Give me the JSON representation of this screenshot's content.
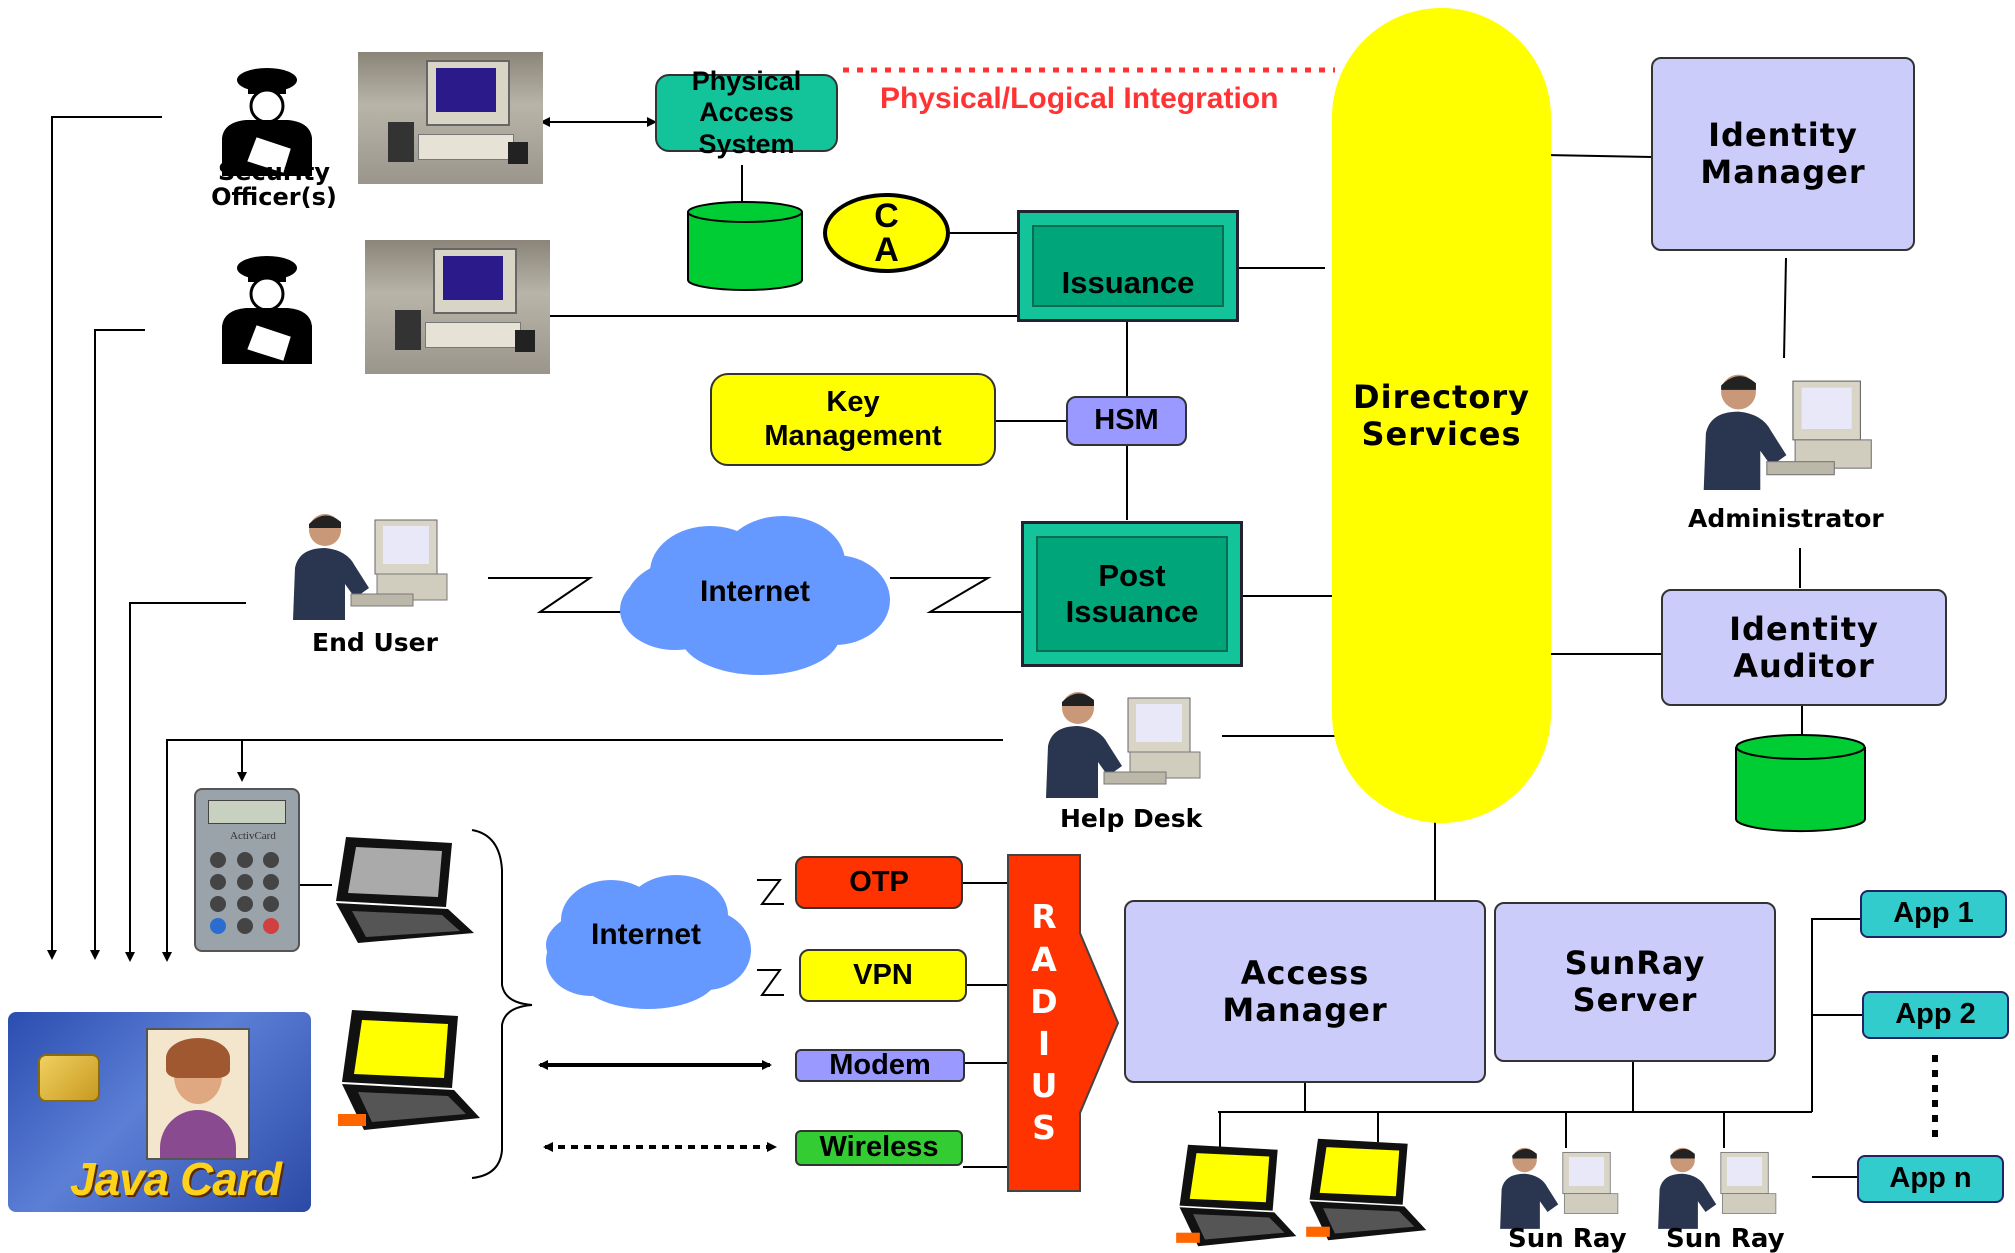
{
  "integration_label": "Physical/Logical Integration",
  "colors": {
    "lavender": "#ccccfa",
    "yellow": "#ffff00",
    "teal": "#13c49a",
    "green": "#00cc33",
    "red": "#ff3300",
    "blue_cloud": "#6699ff",
    "app_cyan": "#33cccc",
    "integration_red": "#ff3333"
  },
  "nodes": {
    "physical_access": "Physical\nAccess\nSystem",
    "ca": "C\nA",
    "issuance": "Issuance",
    "key_management": "Key\nManagement",
    "hsm": "HSM",
    "post_issuance": "Post\nIssuance",
    "directory_services": "Directory\nServices",
    "identity_manager": "Identity\nManager",
    "identity_auditor": "Identity\nAuditor",
    "internet_top": "Internet",
    "internet_bottom": "Internet",
    "otp": "OTP",
    "vpn": "VPN",
    "modem": "Modem",
    "wireless": "Wireless",
    "radius": "R\nA\nD\nI\nU\nS",
    "access_manager": "Access\nManager",
    "sunray_server": "SunRay\nServer",
    "app1": "App 1",
    "app2": "App 2",
    "appn": "App n"
  },
  "people": {
    "security_officer_label": "Security\nOfficer(s)",
    "end_user_label": "End User",
    "help_desk_label": "Help Desk",
    "administrator_label": "Administrator",
    "sun_ray_1": "Sun Ray",
    "sun_ray_2": "Sun Ray"
  },
  "card": {
    "brand": "Java Card",
    "token_brand": "ActivCard"
  },
  "icons": [
    "security-officer-icon",
    "workstation-photo",
    "database-icon",
    "person-at-computer-icon",
    "otp-token-icon",
    "laptop-icon",
    "java-card-image"
  ]
}
